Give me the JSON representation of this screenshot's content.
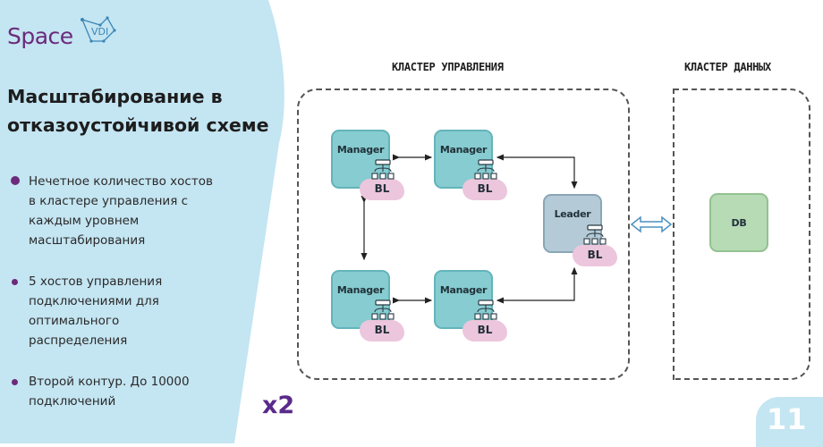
{
  "logo": {
    "brand": "Space",
    "sub": "VDI"
  },
  "slide": {
    "title_line1": "Масштабирование в",
    "title_line2": "отказоустойчивой схеме",
    "bullets": [
      {
        "lines": [
          "Нечетное количество хостов",
          "в кластере управления  с",
          "каждым уровнем",
          "масштабирования"
        ]
      },
      {
        "lines": [
          "5 хостов управления",
          "подключениями для",
          "оптимального",
          "распределения"
        ]
      },
      {
        "lines": [
          "Второй контур. До 10000",
          "подключений"
        ]
      }
    ],
    "multiplier": "x2",
    "page_number": "11"
  },
  "diagram": {
    "management_cluster_label": "КЛАСТЕР УПРАВЛЕНИЯ",
    "data_cluster_label": "КЛАСТЕР ДАННЫХ",
    "nodes": {
      "manager_label": "Manager",
      "leader_label": "Leader",
      "db_label": "DB",
      "bl_label": "BL"
    }
  },
  "colors": {
    "brand_purple": "#6b2a7a",
    "panel_blue": "#c4e5f2",
    "manager_teal": "#86ccd0",
    "leader_gray_blue": "#b4cad6",
    "db_green": "#b7dbb5",
    "bl_pink": "#ecc6dc"
  }
}
